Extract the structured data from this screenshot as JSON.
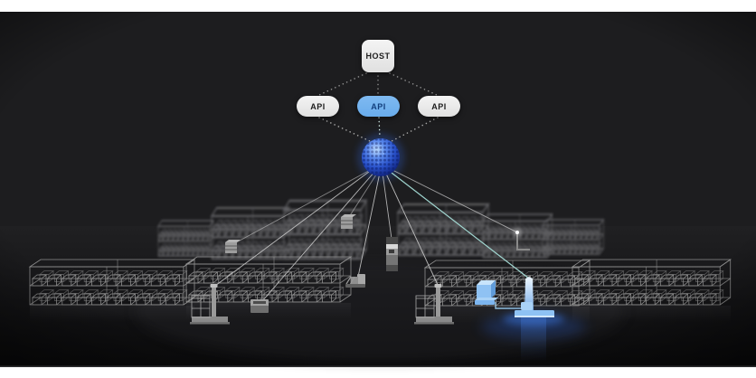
{
  "diagram": {
    "host": {
      "label": "HOST"
    },
    "apis": [
      {
        "label": "API",
        "highlighted": false
      },
      {
        "label": "API",
        "highlighted": true
      },
      {
        "label": "API",
        "highlighted": false
      }
    ],
    "hub_icon": "geodesic-network-sphere",
    "connection_count": 9
  },
  "scene": {
    "racks": {
      "foreground_count": 4,
      "background_count": 6
    },
    "machines": [
      {
        "name": "reach-truck-left",
        "highlighted": false
      },
      {
        "name": "amr-cart-left",
        "highlighted": false
      },
      {
        "name": "shuttle-box-left",
        "highlighted": false
      },
      {
        "name": "shuttle-box-center",
        "highlighted": false
      },
      {
        "name": "fork-amr-center",
        "highlighted": false
      },
      {
        "name": "tower-robot-center",
        "highlighted": false
      },
      {
        "name": "reach-truck-right",
        "highlighted": false
      },
      {
        "name": "mast-robot-background",
        "highlighted": false
      },
      {
        "name": "pallet-stack-blue",
        "highlighted": true
      },
      {
        "name": "forklift-blue",
        "highlighted": true
      }
    ]
  },
  "colors": {
    "letterbox": "#ffffff",
    "background": "#1c1c1e",
    "node_fill": "#ececec",
    "node_text": "#1d1d1d",
    "api_active_fill": "#73b2ee",
    "api_active_text": "#123e7c",
    "sphere_blue": "#2d5fd3",
    "wireframe_gray": "#8f8f8f",
    "link_gray": "#d4d4d4",
    "link_highlight": "#a7ded8",
    "machine_highlight_blue": "#8ec2f4"
  }
}
